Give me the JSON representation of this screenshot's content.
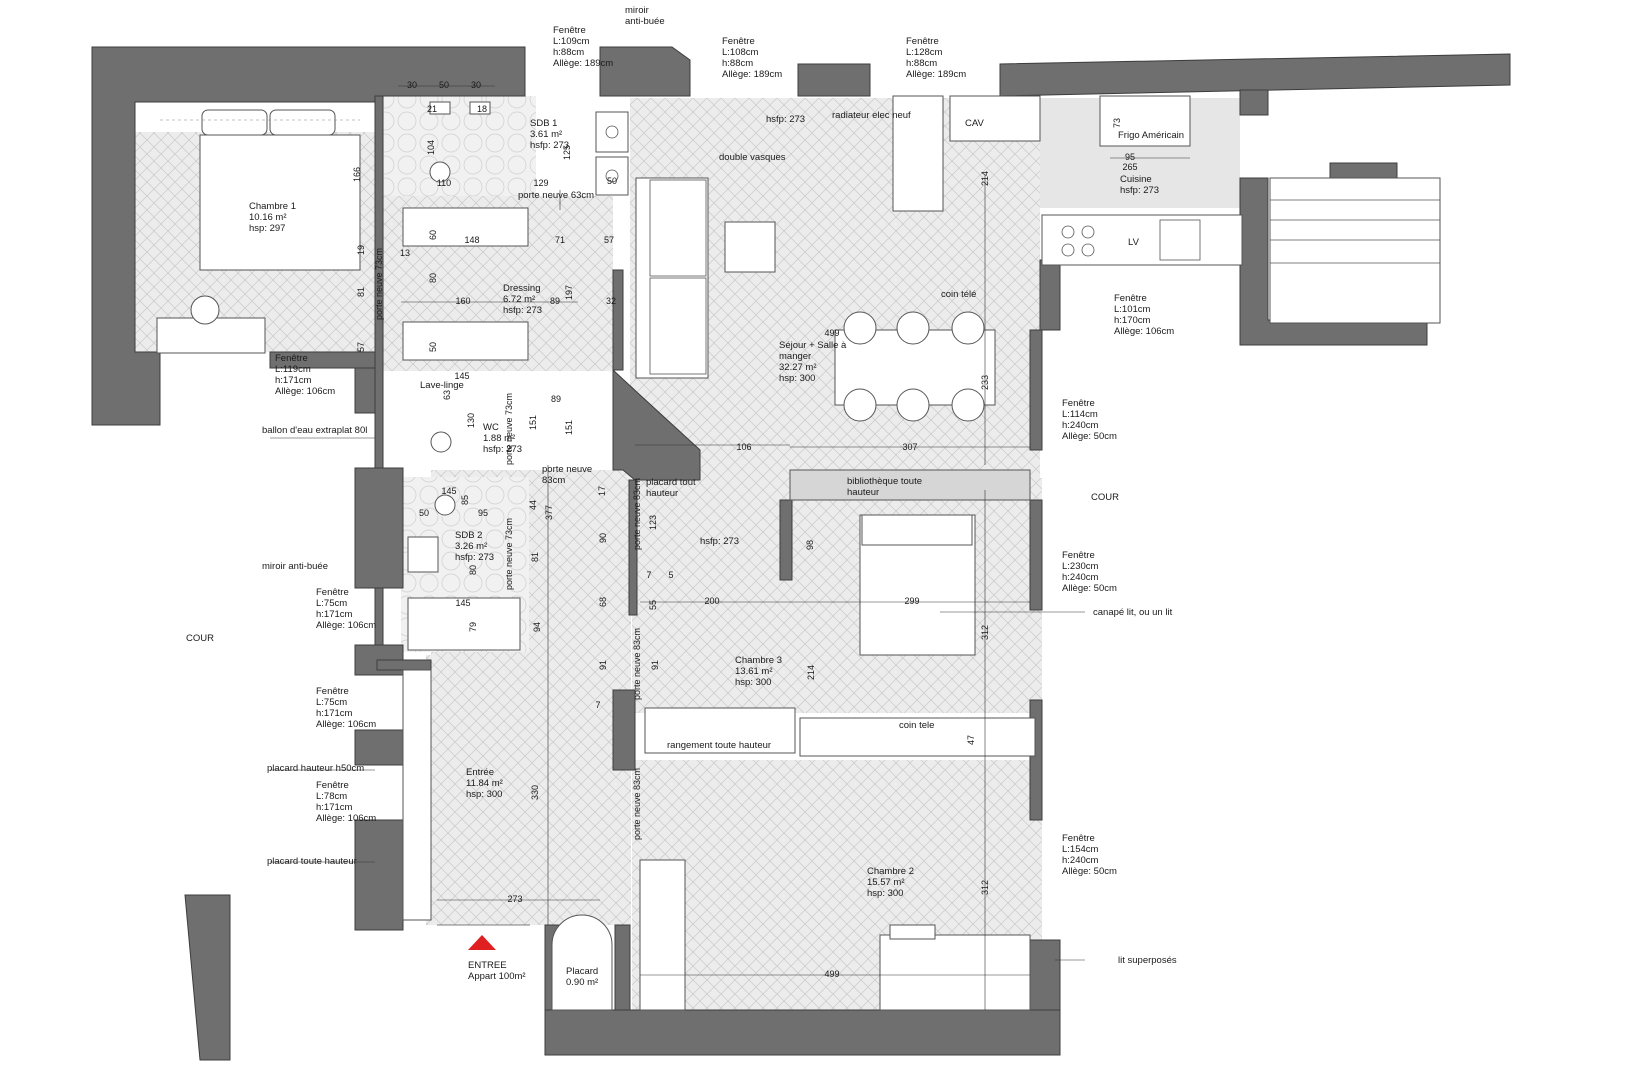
{
  "rooms": {
    "chambre1": "Chambre 1\n10.16 m²\nhsp: 297",
    "sdb1": "SDB 1\n3.61 m²\nhsfp: 273",
    "dressing": "Dressing\n6.72 m²\nhsfp: 273",
    "lave_linge": "Lave-linge",
    "wc": "WC\n1.88 m²\nhsfp: 273",
    "sdb2": "SDB 2\n3.26 m²\nhsfp: 273",
    "sejour": "Séjour + Salle à\nmanger\n32.27 m²\nhsp: 300",
    "cuisine": "Cuisine\nhsfp: 273",
    "chambre3": "Chambre 3\n13.61 m²\nhsp: 300",
    "chambre2": "Chambre 2\n15.57 m²\nhsp: 300",
    "entree": "Entrée\n11.84 m²\nhsp: 300",
    "placard": "Placard\n0.90 m²"
  },
  "windows": {
    "w_top1": "Fenêtre\nL:109cm\nh:88cm\nAllège: 189cm",
    "w_top2": "Fenêtre\nL:108cm\nh:88cm\nAllège: 189cm",
    "w_top3": "Fenêtre\nL:128cm\nh:88cm\nAllège: 189cm",
    "w_ch1": "Fenêtre\nL:119cm\nh:171cm\nAllège: 106cm",
    "w_cuisine": "Fenêtre\nL:101cm\nh:170cm\nAllège: 106cm",
    "w_r1": "Fenêtre\nL:114cm\nh:240cm\nAllège: 50cm",
    "w_r2": "Fenêtre\nL:230cm\nh:240cm\nAllège: 50cm",
    "w_r3": "Fenêtre\nL:154cm\nh:240cm\nAllège: 50cm",
    "w_l1": "Fenêtre\nL:75cm\nh:171cm\nAllège: 106cm",
    "w_l2": "Fenêtre\nL:75cm\nh:171cm\nAllège: 106cm",
    "w_l3": "Fenêtre\nL:78cm\nh:171cm\nAllège: 106cm"
  },
  "annotations": {
    "miroir_top": "miroir\nanti-buée",
    "hsfp_top": "hsfp: 273",
    "radiateur": "radiateur elec neuf",
    "cav": "CAV",
    "frigo": "Frigo Américain",
    "double_vasques": "double vasques",
    "porte63": "porte neuve 63cm",
    "coin_tele": "coin télé",
    "ballon": "ballon d'eau extraplat 80l",
    "miroir_left": "miroir anti-buée",
    "cour_left": "COUR",
    "cour_right": "COUR",
    "placard_tout": "placard tout\nhauteur",
    "biblio": "bibliothèque toute\nhauteur",
    "hsfp_mid": "hsfp: 273",
    "canape": "canapé lit, ou un lit",
    "coin_tele2": "coin tele",
    "rangement": "rangement toute hauteur",
    "placard_h50": "placard hauteur h50cm",
    "placard_toute": "placard toute hauteur",
    "lit_super": "lit superposés",
    "entree_label": "ENTREE\nAppart 100m²",
    "porte_neuve_83": "porte neuve\n83cm",
    "lv": "LV"
  },
  "doors_vertical": {
    "d1": "porte neuve\n73cm",
    "d2": "porte neuve\n73cm",
    "d3": "porte neuve\n73cm",
    "d4": "porte neuve\n83cm",
    "d5": "porte neuve\n83cm",
    "d6": "porte neuve\n83cm"
  },
  "dims": {
    "t30a": "30",
    "t50": "50",
    "t30b": "30",
    "d21": "21",
    "d18": "18",
    "d104": "104",
    "d125": "125",
    "d166": "166",
    "d129": "129",
    "d110": "110",
    "d50": "50",
    "d60a": "60",
    "d148": "148",
    "d71": "71",
    "d57a": "57",
    "d19": "19",
    "d13": "13",
    "d80a": "80",
    "d81a": "81",
    "d57b": "57",
    "d160": "160",
    "d89a": "89",
    "d32": "32",
    "d197": "197",
    "d50b": "50",
    "d145a": "145",
    "d63": "63",
    "d130": "130",
    "d151a": "151",
    "d89b": "89",
    "d151b": "151",
    "d499a": "499",
    "d214a": "214",
    "d233": "233",
    "d106": "106",
    "d307": "307",
    "d95a": "95",
    "d265": "265",
    "d73": "73",
    "d145b": "145",
    "d85": "85",
    "d50c": "50",
    "d95b": "95",
    "d44": "44",
    "d377": "377",
    "d17": "17",
    "d90": "90",
    "d81b": "81",
    "d123": "123",
    "d80b": "80",
    "d145c": "145",
    "d79": "79",
    "d68": "68",
    "d94": "94",
    "d7a": "7",
    "d5": "5",
    "d55": "55",
    "d200": "200",
    "d299": "299",
    "d98": "98",
    "d312a": "312",
    "d91a": "91",
    "d91b": "91",
    "d214b": "214",
    "d7b": "7",
    "d47": "47",
    "d330": "330",
    "d273": "273",
    "d312b": "312",
    "d499b": "499"
  }
}
